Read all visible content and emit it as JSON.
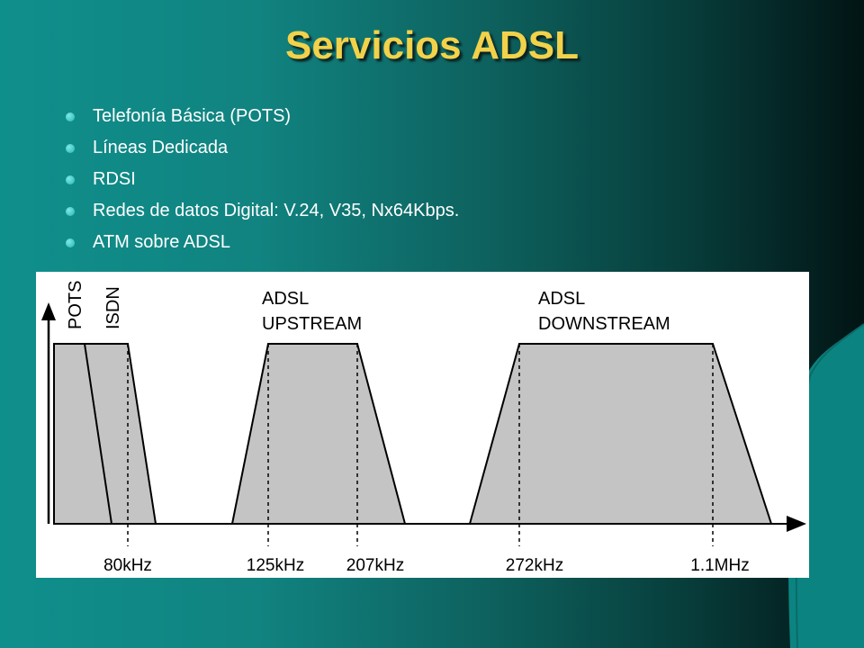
{
  "slide": {
    "title": "Servicios ADSL",
    "bullets": [
      "Telefonía Básica (POTS)",
      "Líneas Dedicada",
      "RDSI",
      "Redes de datos Digital: V.24, V35, Nx64Kbps.",
      "ATM sobre ADSL"
    ]
  },
  "diagram": {
    "band_labels": {
      "pots": "POTS",
      "isdn": "ISDN",
      "upstream_line1": "ADSL",
      "upstream_line2": "UPSTREAM",
      "downstream_line1": "ADSL",
      "downstream_line2": "DOWNSTREAM"
    },
    "frequency_labels": [
      "80kHz",
      "125kHz",
      "207kHz",
      "272kHz",
      "1.1MHz"
    ],
    "colors": {
      "band_fill": "#c4c4c4",
      "title": "#f2d24a"
    }
  }
}
